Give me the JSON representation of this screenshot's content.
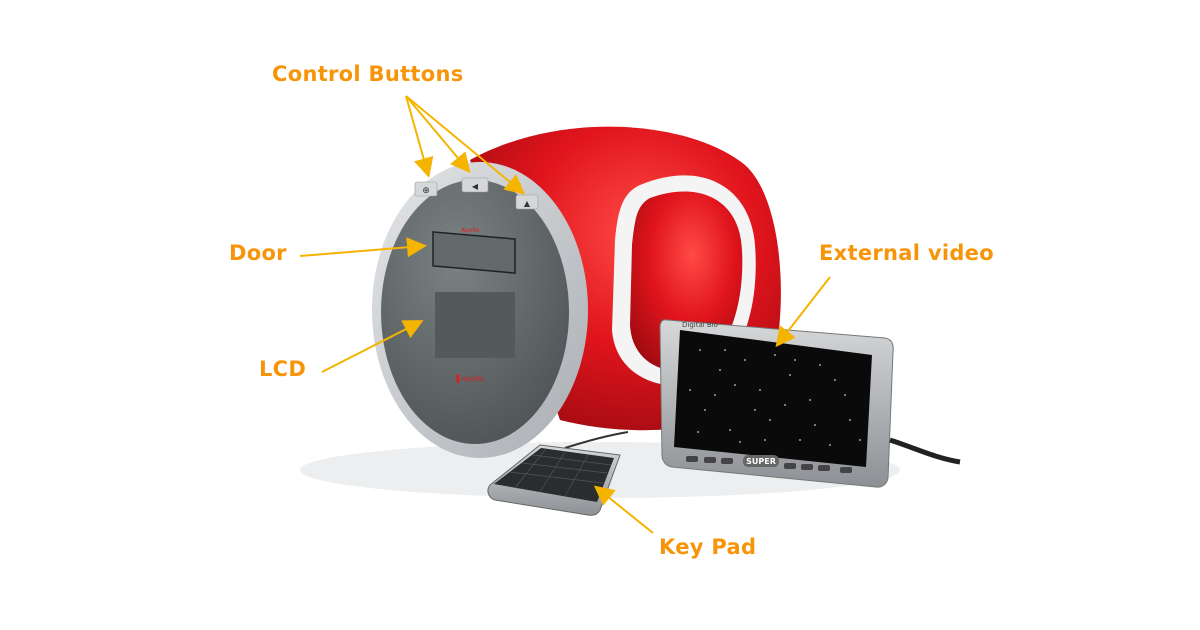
{
  "labels": {
    "control_buttons": "Control Buttons",
    "door": "Door",
    "lcd": "LCD",
    "external_video": "External video",
    "key_pad": "Key Pad"
  },
  "device": {
    "monitor_brand": "Digital Bio",
    "monitor_badge": "SUPER"
  },
  "colors": {
    "label": "#f7950a",
    "arrow": "#f5b400",
    "body_red": "#d8131b",
    "bezel": "#c9ccd0",
    "screen": "#5f6668"
  }
}
